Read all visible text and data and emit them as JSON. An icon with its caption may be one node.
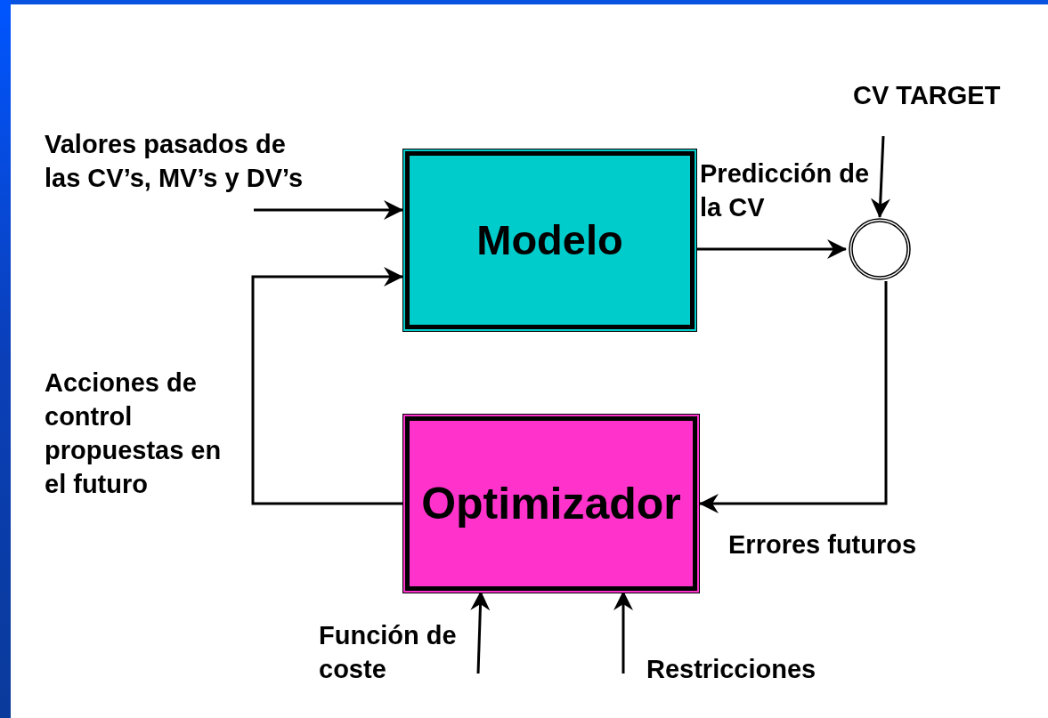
{
  "diagram": {
    "nodes": [
      {
        "text": [
          "Modelo"
        ]
      },
      {
        "text": [
          "Optimizador"
        ]
      },
      {
        "text": [],
        "shape": "circle"
      }
    ],
    "edges": [
      {
        "from": null,
        "to": 0,
        "arrow": "to",
        "label": "Valores pasados de las CV’s, MV’s y DV’s"
      },
      {
        "from": 1,
        "to": 0,
        "arrow": "to",
        "label": "Acciones de control propuestas en el futuro"
      },
      {
        "from": 0,
        "to": 2,
        "arrow": "to",
        "label": "Predicción de la CV"
      },
      {
        "from": null,
        "to": 2,
        "arrow": "to",
        "label": "CV TARGET"
      },
      {
        "from": 2,
        "to": 1,
        "arrow": "to",
        "label": "Errores futuros"
      },
      {
        "from": null,
        "to": 1,
        "arrow": "to",
        "label": "Función de coste"
      },
      {
        "from": null,
        "to": 1,
        "arrow": "to",
        "label": "Restricciones"
      }
    ]
  }
}
